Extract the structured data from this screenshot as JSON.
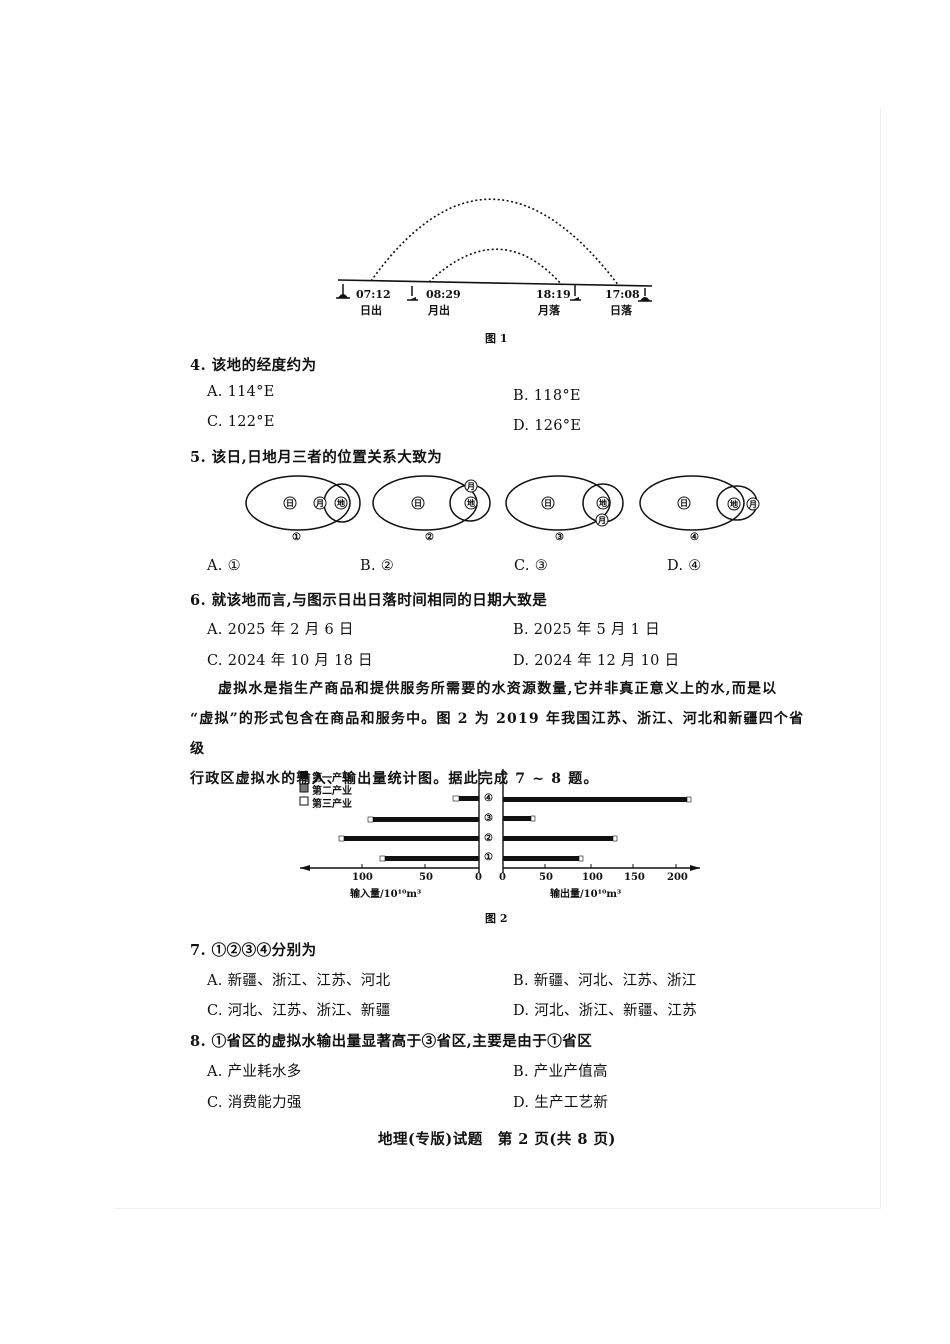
{
  "figure1": {
    "caption": "图 1",
    "events": [
      {
        "time": "07:12",
        "label": "日出"
      },
      {
        "time": "08:29",
        "label": "月出"
      },
      {
        "time": "18:19",
        "label": "月落"
      },
      {
        "time": "17:08",
        "label": "日落"
      }
    ]
  },
  "q4": {
    "stem": "4. 该地的经度约为",
    "options": {
      "A": "A. 114°E",
      "B": "B. 118°E",
      "C": "C. 122°E",
      "D": "D. 126°E"
    }
  },
  "q5": {
    "stem": "5. 该日,日地月三者的位置关系大致为",
    "diagrams": [
      {
        "num": "①",
        "sun": "日",
        "earth": "地",
        "moon": "月",
        "moon_pos": "between"
      },
      {
        "num": "②",
        "sun": "日",
        "earth": "地",
        "moon": "月",
        "moon_pos": "top"
      },
      {
        "num": "③",
        "sun": "日",
        "earth": "地",
        "moon": "月",
        "moon_pos": "bottom"
      },
      {
        "num": "④",
        "sun": "日",
        "earth": "地",
        "moon": "月",
        "moon_pos": "outside"
      }
    ],
    "options": {
      "A": "A. ①",
      "B": "B. ②",
      "C": "C. ③",
      "D": "D. ④"
    }
  },
  "q6": {
    "stem": "6. 就该地而言,与图示日出日落时间相同的日期大致是",
    "options": {
      "A": "A. 2025 年 2 月 6 日",
      "B": "B. 2025 年 5 月 1 日",
      "C": "C. 2024 年 10 月 18 日",
      "D": "D. 2024 年 12 月 10 日"
    }
  },
  "passage": {
    "line1": "虚拟水是指生产商品和提供服务所需要的水资源数量,它并非真正意义上的水,而是以",
    "line2": "“虚拟”的形式包含在商品和服务中。图 2 为 2019 年我国江苏、浙江、河北和新疆四个省级",
    "line3": "行政区虚拟水的输入、输出量统计图。据此完成 7 ~ 8 题。"
  },
  "chart_data": {
    "type": "bar",
    "title": "图 2",
    "orientation": "horizontal-butterfly",
    "categories": [
      "①",
      "②",
      "③",
      "④"
    ],
    "legend": [
      "第一产业",
      "第二产业",
      "第三产业"
    ],
    "legend_position": "top-left",
    "series": [
      {
        "name": "输入量 (input)",
        "values": [
          85,
          120,
          95,
          22
        ]
      },
      {
        "name": "输出量 (output)",
        "values": [
          93,
          132,
          35,
          218
        ]
      }
    ],
    "left_axis": {
      "label": "输入量/10¹⁰m³",
      "ticks": [
        100,
        50,
        0
      ],
      "range": [
        0,
        130
      ]
    },
    "right_axis": {
      "label": "输出量/10¹⁰m³",
      "ticks": [
        0,
        50,
        100,
        150,
        200
      ],
      "range": [
        0,
        225
      ]
    },
    "grid": false,
    "note": "Bars are mostly 第一产业 (black) with small 第二/第三产业 segments at the far ends."
  },
  "q7": {
    "stem": "7. ①②③④分别为",
    "options": {
      "A": "A. 新疆、浙江、江苏、河北",
      "B": "B. 新疆、河北、江苏、浙江",
      "C": "C. 河北、江苏、浙江、新疆",
      "D": "D. 河北、浙江、新疆、江苏"
    }
  },
  "q8": {
    "stem": "8. ①省区的虚拟水输出量显著高于③省区,主要是由于①省区",
    "options": {
      "A": "A. 产业耗水多",
      "B": "B. 产业产值高",
      "C": "C. 消费能力强",
      "D": "D. 生产工艺新"
    }
  },
  "footer": {
    "text": "地理(专版)试题　第 2 页(共 8 页)"
  }
}
